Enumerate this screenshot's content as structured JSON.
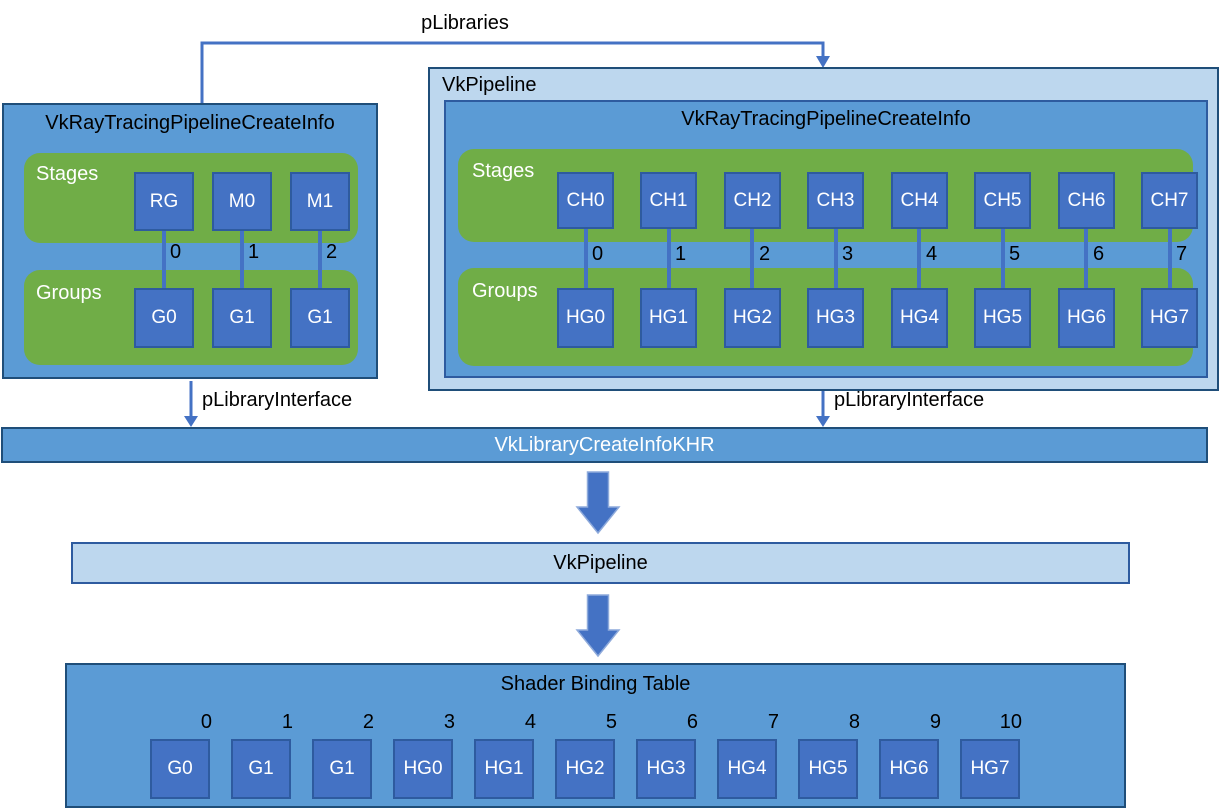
{
  "colors": {
    "blue": "#5B9BD5",
    "square_blue": "#4472C4",
    "square_border": "#2E5B9F",
    "light_blue": "#BDD7EE",
    "green": "#70AD47",
    "dark_border": "#1F4E79",
    "connector": "#4472C4"
  },
  "plibraries_label": "pLibraries",
  "left_box": {
    "title": "VkRayTracingPipelineCreateInfo",
    "stages_label": "Stages",
    "groups_label": "Groups",
    "stages": [
      "RG",
      "M0",
      "M1"
    ],
    "indices": [
      "0",
      "1",
      "2"
    ],
    "groups": [
      "G0",
      "G1",
      "G1"
    ],
    "interface_label": "pLibraryInterface"
  },
  "right_box": {
    "outer_title": "VkPipeline",
    "inner_title": "VkRayTracingPipelineCreateInfo",
    "stages_label": "Stages",
    "groups_label": "Groups",
    "stages": [
      "CH0",
      "CH1",
      "CH2",
      "CH3",
      "CH4",
      "CH5",
      "CH6",
      "CH7"
    ],
    "indices": [
      "0",
      "1",
      "2",
      "3",
      "4",
      "5",
      "6",
      "7"
    ],
    "groups": [
      "HG0",
      "HG1",
      "HG2",
      "HG3",
      "HG4",
      "HG5",
      "HG6",
      "HG7"
    ],
    "interface_label": "pLibraryInterface"
  },
  "library_bar": {
    "label": "VkLibraryCreateInfoKHR"
  },
  "pipeline_bar": {
    "label": "VkPipeline"
  },
  "sbt": {
    "title": "Shader Binding Table",
    "cells": [
      {
        "index": "0",
        "label": "G0"
      },
      {
        "index": "1",
        "label": "G1"
      },
      {
        "index": "2",
        "label": "G1"
      },
      {
        "index": "3",
        "label": "HG0"
      },
      {
        "index": "4",
        "label": "HG1"
      },
      {
        "index": "5",
        "label": "HG2"
      },
      {
        "index": "6",
        "label": "HG3"
      },
      {
        "index": "7",
        "label": "HG4"
      },
      {
        "index": "8",
        "label": "HG5"
      },
      {
        "index": "9",
        "label": "HG6"
      },
      {
        "index": "10",
        "label": "HG7"
      }
    ]
  }
}
